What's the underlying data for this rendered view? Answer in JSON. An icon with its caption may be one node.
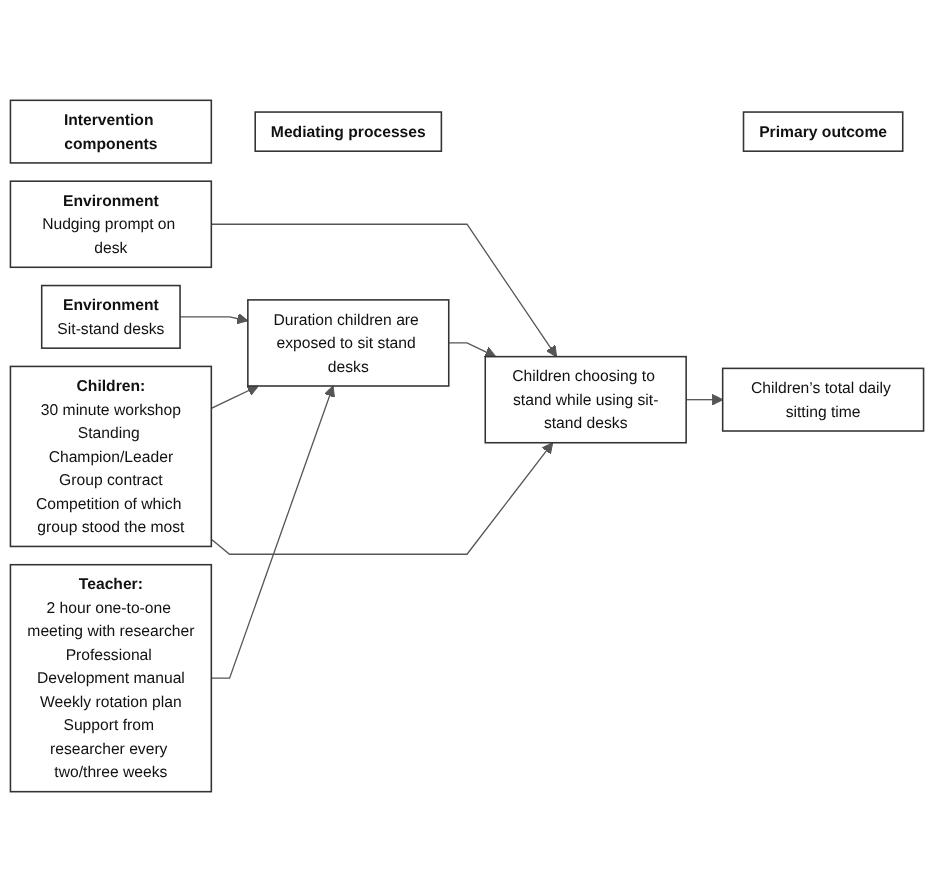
{
  "diagram": {
    "nodes": [
      {
        "text": [
          "Intervention components"
        ]
      },
      {
        "text": [
          "Mediating processes"
        ]
      },
      {
        "text": [
          "Primary outcome"
        ]
      },
      {
        "text": [
          "Environment",
          "Sit-stand desks"
        ]
      },
      {
        "text": [
          "Environment",
          "Nudging prompt on desk"
        ]
      },
      {
        "text": [
          "Teacher:",
          "2 hour one-to-one meeting with researcher",
          "Professional Development manual",
          "Weekly rotation plan",
          "Support from researcher every two/three weeks"
        ]
      },
      {
        "text": [
          "Children:",
          "30 minute workshop",
          "Standing Champion/Leader",
          "Group contract",
          "Competition of which group stood the most"
        ]
      },
      {
        "text": [
          "Duration children are exposed to sit stand desks"
        ]
      },
      {
        "text": [
          "Children choosing to stand while using sit-stand desks"
        ]
      },
      {
        "text": [
          "Children’s total daily sitting time"
        ]
      }
    ],
    "edges": [
      {
        "from": 3,
        "to": 7,
        "arrow": "to"
      },
      {
        "from": 4,
        "to": 8,
        "arrow": "to"
      },
      {
        "from": 5,
        "to": 7,
        "arrow": "to"
      },
      {
        "from": 6,
        "to": 7,
        "arrow": "to"
      },
      {
        "from": 6,
        "to": 8,
        "arrow": "to"
      },
      {
        "from": 7,
        "to": 8,
        "arrow": "to"
      },
      {
        "from": 8,
        "to": 9,
        "arrow": "to"
      }
    ]
  }
}
